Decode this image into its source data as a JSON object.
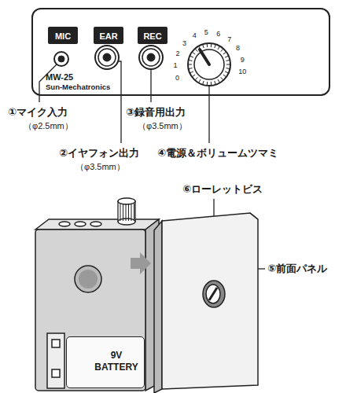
{
  "diagram": {
    "nodes": [
      {
        "text": [
          "MW-25",
          "Sun-Mechatronics"
        ]
      },
      {
        "text": [
          "MIC"
        ],
        "in": 0
      },
      {
        "text": [
          "EAR"
        ],
        "in": 0
      },
      {
        "text": [
          "REC"
        ],
        "in": 0
      },
      {
        "text": [
          "9V BATTERY"
        ]
      }
    ],
    "labels": [
      "①マイク入力",
      "（φ2.5mm）",
      "②イヤフォン出力",
      "（φ3.5mm）",
      "③録音用出力",
      "（φ3.5mm）",
      "④電源＆ボリュームツマミ",
      "⑥ローレットビス",
      "⑤前面パネル",
      "0",
      "1",
      "2",
      "3",
      "4",
      "5",
      "6",
      "7",
      "8",
      "9",
      "10"
    ]
  }
}
